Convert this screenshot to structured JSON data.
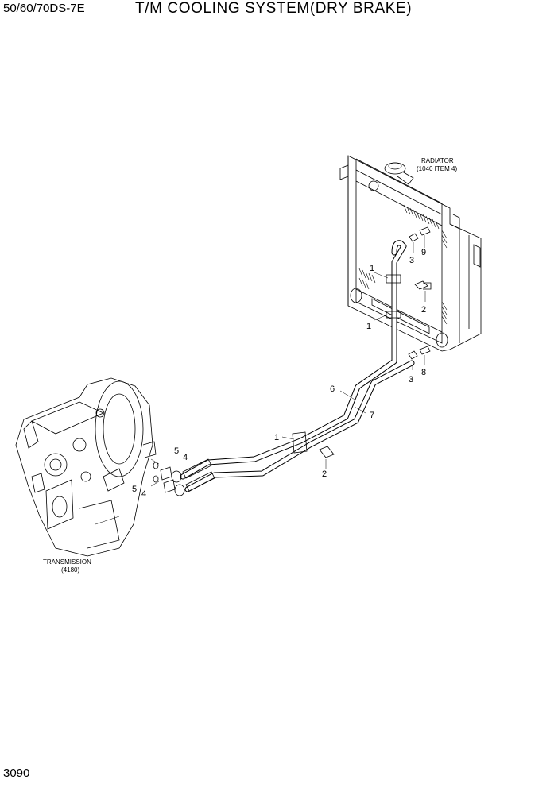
{
  "header": {
    "model": "50/60/70DS-7E",
    "title": "T/M COOLING SYSTEM(DRY BRAKE)"
  },
  "page_number": "3090",
  "captions": {
    "radiator_name": "RADIATOR",
    "radiator_ref": "(1040 ITEM 4)",
    "transmission_name": "TRANSMISSION",
    "transmission_ref": "(4180)"
  },
  "callouts": {
    "c1a": "1",
    "c1b": "1",
    "c1c": "1",
    "c2a": "2",
    "c2b": "2",
    "c3a": "3",
    "c3b": "3",
    "c4a": "4",
    "c4b": "4",
    "c5a": "5",
    "c5b": "5",
    "c6": "6",
    "c7": "7",
    "c8": "8",
    "c9": "9"
  }
}
